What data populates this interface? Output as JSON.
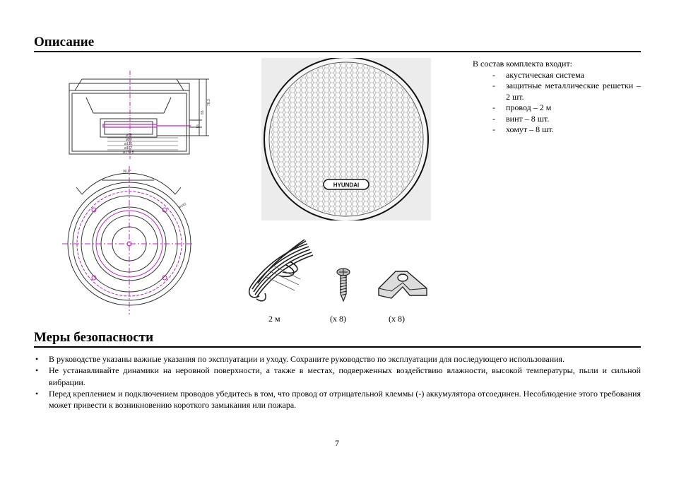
{
  "section1": {
    "title": "Описание"
  },
  "kit": {
    "intro": "В состав комплекта входит:",
    "items": [
      "акустическая система",
      "защитные металлические решетки – 2 шт.",
      "провод – 2 м",
      "винт – 8 шт.",
      "хомут – 8 шт."
    ]
  },
  "drawing_labels": {
    "d1": "ø75",
    "d2": "ø80",
    "d3": "ø121",
    "d4": "ø157",
    "d5": "ø170.5",
    "h1": "78.3",
    "h2": "65",
    "h3": "10",
    "angle": "90.0°",
    "bolt": "ø142"
  },
  "grille": {
    "brand": "HYUNDAI"
  },
  "captions": {
    "wire": "2 м",
    "screw": "(x 8)",
    "clamp": "(x 8)"
  },
  "section2": {
    "title": "Меры безопасности"
  },
  "safety": {
    "items": [
      "В руководстве указаны важные указания по эксплуатации и уходу. Сохраните руководство по эксплуатации для последующего использования.",
      "Не устанавливайте динамики на неровной поверхности, а также в местах, подверженных воздействию влажности, высокой температуры, пыли и сильной вибрации.",
      "Перед креплением и подключением проводов убедитесь в том, что провод от отрицательной клеммы (-) аккумулятора отсоединен. Несоблюдение этого требования может привести к возникновению короткого замыкания или пожара."
    ]
  },
  "page_number": "7"
}
